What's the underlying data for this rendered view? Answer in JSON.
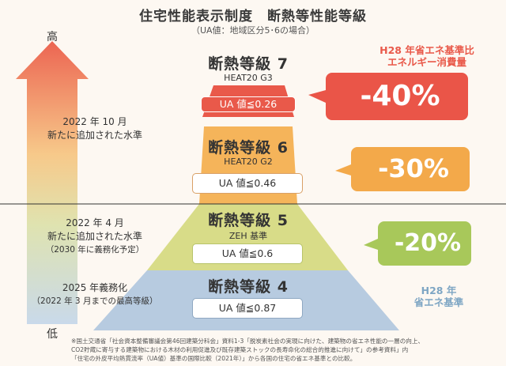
{
  "header": {
    "title": "住宅性能表示制度　断熱等性能等級",
    "subtitle": "（UA値：地域区分5･6の場合）"
  },
  "arrow": {
    "high_label": "高",
    "low_label": "低",
    "note_2022_oct_line1": "2022 年 10 月",
    "note_2022_oct_line2": "新たに追加された水準",
    "note_2022_apr_line1": "2022 年 4 月",
    "note_2022_apr_line2": "新たに追加された水準",
    "note_2022_apr_line3": "（2030 年に義務化予定）",
    "note_2025_line1": "2025 年義務化",
    "note_2025_line2": "（2022 年 3 月までの最高等級）"
  },
  "pyramid": {
    "grades": [
      {
        "title": "断熱等級 7",
        "sub": "HEAT20 G3",
        "ua": "UA 値≦0.26",
        "color": "#e9594a"
      },
      {
        "title": "断熱等級 6",
        "sub": "HEAT20 G2",
        "ua": "UA 値≦0.46",
        "color": "#f5b45a"
      },
      {
        "title": "断熱等級 5",
        "sub": "ZEH 基準",
        "ua": "UA 値≦0.6",
        "color": "#d8dc88"
      },
      {
        "title": "断熱等級 4",
        "sub": "",
        "ua": "UA 値≦0.87",
        "color": "#b7cbe0"
      }
    ]
  },
  "savings": {
    "header_line1": "H28 年省エネ基準比",
    "header_line2": "エネルギー消費量",
    "grade7": "-40%",
    "grade6": "-30%",
    "grade5": "-20%",
    "base_line1": "H28 年",
    "base_line2": "省エネ基準"
  },
  "footnote": {
    "line1": "※国土交通省「社会資本整備審議会第46回建築分科会」資料1-3「脱炭素社会の実現に向けた、建築物の省エネ性能の一層の向上、",
    "line2": "CO2貯蔵に寄与する建築物における木材の利用促進及び既存建築ストックの長寿命化の総合的推進に向けて」の参考資料」内",
    "line3": "「住宅の外皮平均熱貫流率（UA値）基準の国際比較（2021年）」から各国の住宅の省エネ基準との比較。"
  },
  "colors": {
    "accent_red": "#e9594a",
    "orange": "#f5b45a",
    "green": "#d8dc88",
    "blue": "#b7cbe0",
    "callout_red": "#ea5548",
    "callout_orange": "#f3a94a",
    "callout_green": "#a8c85a"
  }
}
